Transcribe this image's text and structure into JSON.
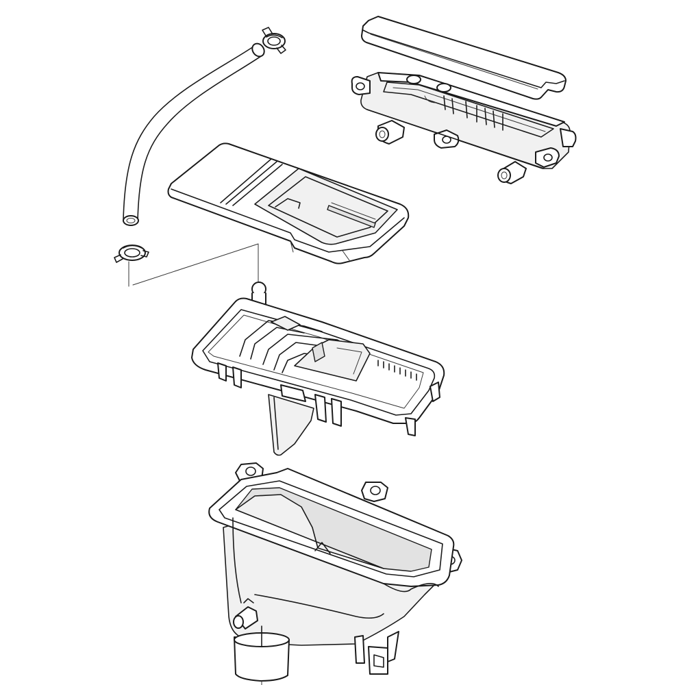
{
  "diagram": {
    "type": "exploded-parts-diagram",
    "background": "#ffffff",
    "line_color": "#1a1a1a",
    "parts": [
      {
        "name": "hose-clamp-top-icon",
        "kind": "spring hose clamp"
      },
      {
        "name": "drain-hose-icon",
        "kind": "curved hose"
      },
      {
        "name": "hose-clamp-bottom-icon",
        "kind": "spring hose clamp"
      },
      {
        "name": "dispenser-top-cover-icon",
        "kind": "rectangular cover"
      },
      {
        "name": "water-inlet-manifold-icon",
        "kind": "inlet manifold with nozzles"
      },
      {
        "name": "detergent-drawer-tray-icon",
        "kind": "drawer tray"
      },
      {
        "name": "dispenser-frame-icon",
        "kind": "dispenser frame with channels"
      },
      {
        "name": "dispenser-housing-icon",
        "kind": "dispenser housing body"
      }
    ]
  }
}
